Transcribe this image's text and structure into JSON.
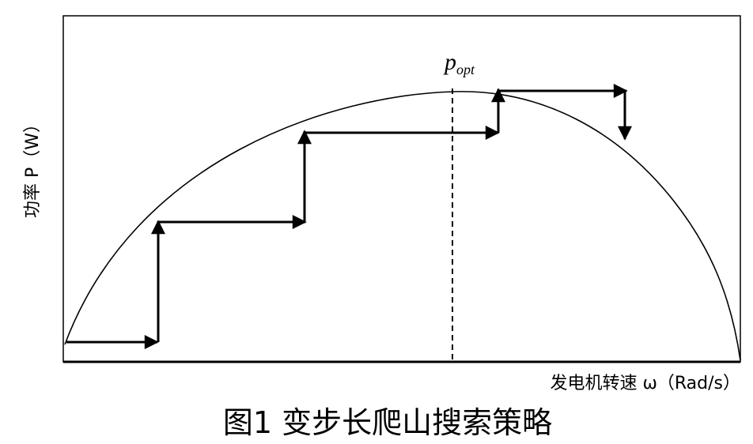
{
  "chart_data": {
    "type": "line",
    "ylabel": "功率 P（W）",
    "xlabel": "发电机转速 ω（Rad/s）",
    "caption": "图1 变步长爬山搜索策略",
    "annotation": {
      "base": "p",
      "subscript": "opt"
    },
    "grid": false,
    "legend": "none",
    "colors": {
      "stroke": "#000000",
      "background": "#ffffff"
    }
  }
}
